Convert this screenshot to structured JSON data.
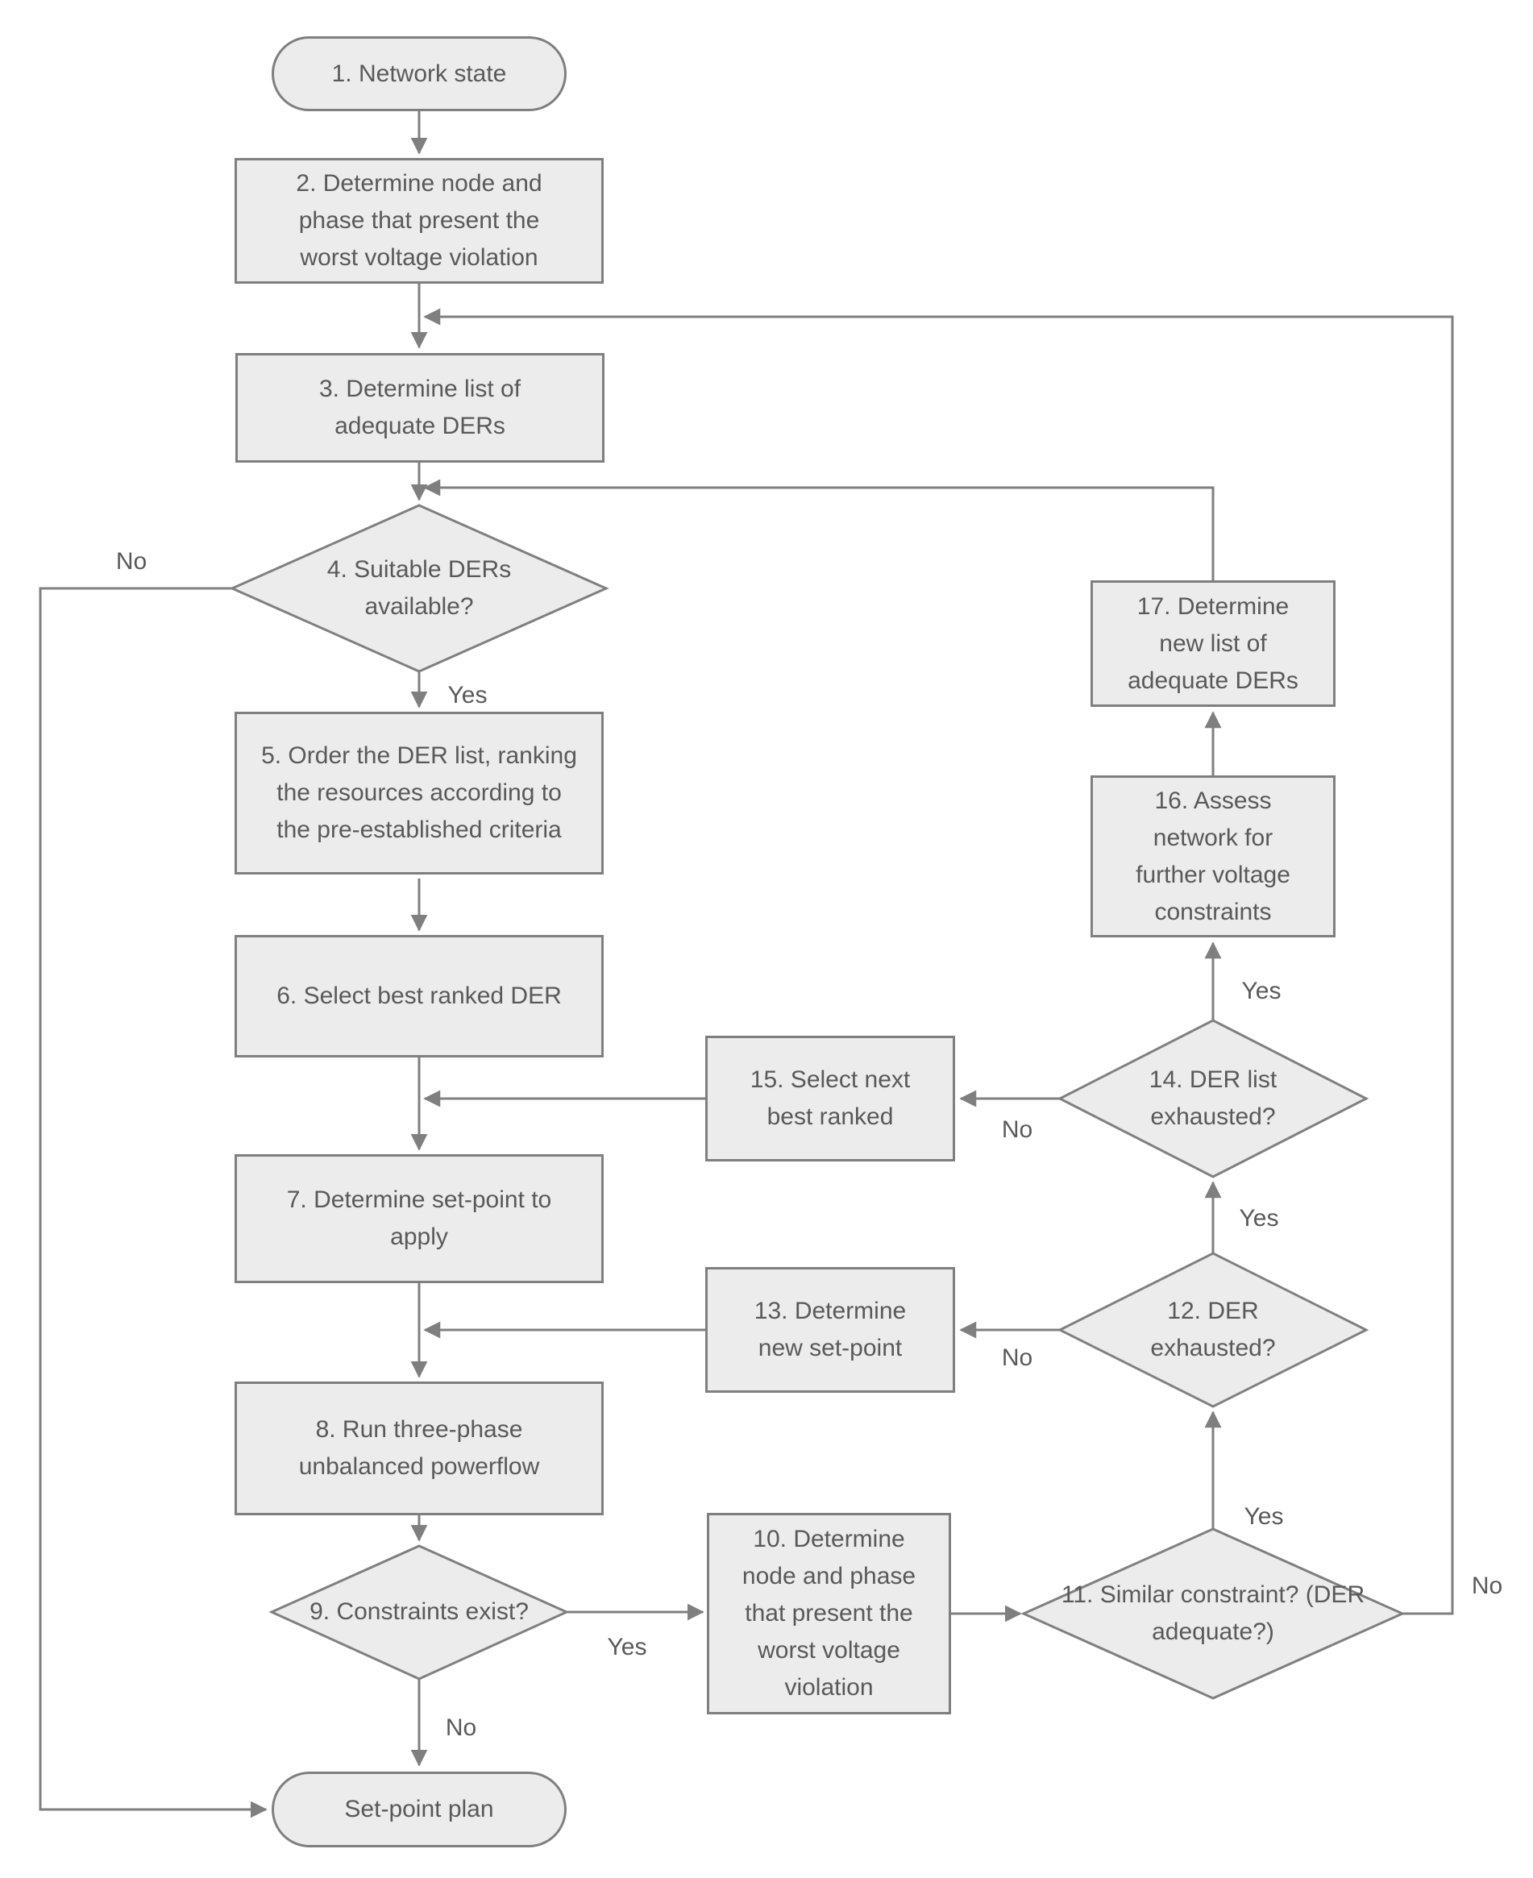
{
  "palette": {
    "background": "#ffffff",
    "node_fill": "#ececec",
    "node_stroke": "#7f7f7f",
    "text_color": "#595959"
  },
  "nodes": {
    "n1": {
      "label": "1. Network state",
      "type": "terminator"
    },
    "n2": {
      "label": "2. Determine node and phase that present the worst voltage violation",
      "type": "process"
    },
    "n3": {
      "label": "3. Determine list of adequate DERs",
      "type": "process"
    },
    "d4": {
      "label": "4. Suitable DERs available?",
      "type": "decision"
    },
    "n5": {
      "label": "5. Order the DER list, ranking the resources according to the pre-established criteria",
      "type": "process"
    },
    "n6": {
      "label": "6. Select best ranked DER",
      "type": "process"
    },
    "n7": {
      "label": "7. Determine set-point to apply",
      "type": "process"
    },
    "n8": {
      "label": "8. Run three-phase unbalanced powerflow",
      "type": "process"
    },
    "d9": {
      "label": "9. Constraints exist?",
      "type": "decision"
    },
    "n10": {
      "label": "10. Determine node and phase that present the worst voltage violation",
      "type": "process"
    },
    "d11": {
      "label": "11. Similar constraint? (DER adequate?)",
      "type": "decision"
    },
    "d12": {
      "label": "12. DER exhausted?",
      "type": "decision"
    },
    "n13": {
      "label": "13. Determine new set-point",
      "type": "process"
    },
    "d14": {
      "label": "14. DER list exhausted?",
      "type": "decision"
    },
    "n15": {
      "label": "15. Select next best ranked",
      "type": "process"
    },
    "n16": {
      "label": "16. Assess network for further voltage constraints",
      "type": "process"
    },
    "n17": {
      "label": "17. Determine new list of adequate DERs",
      "type": "process"
    },
    "end": {
      "label": "Set-point plan",
      "type": "terminator"
    }
  },
  "edge_labels": {
    "d4_no": "No",
    "d4_yes": "Yes",
    "d9_yes": "Yes",
    "d9_no": "No",
    "d11_yes": "Yes",
    "d11_no": "No",
    "d12_yes": "Yes",
    "d12_no": "No",
    "d14_yes": "Yes",
    "d14_no": "No"
  }
}
